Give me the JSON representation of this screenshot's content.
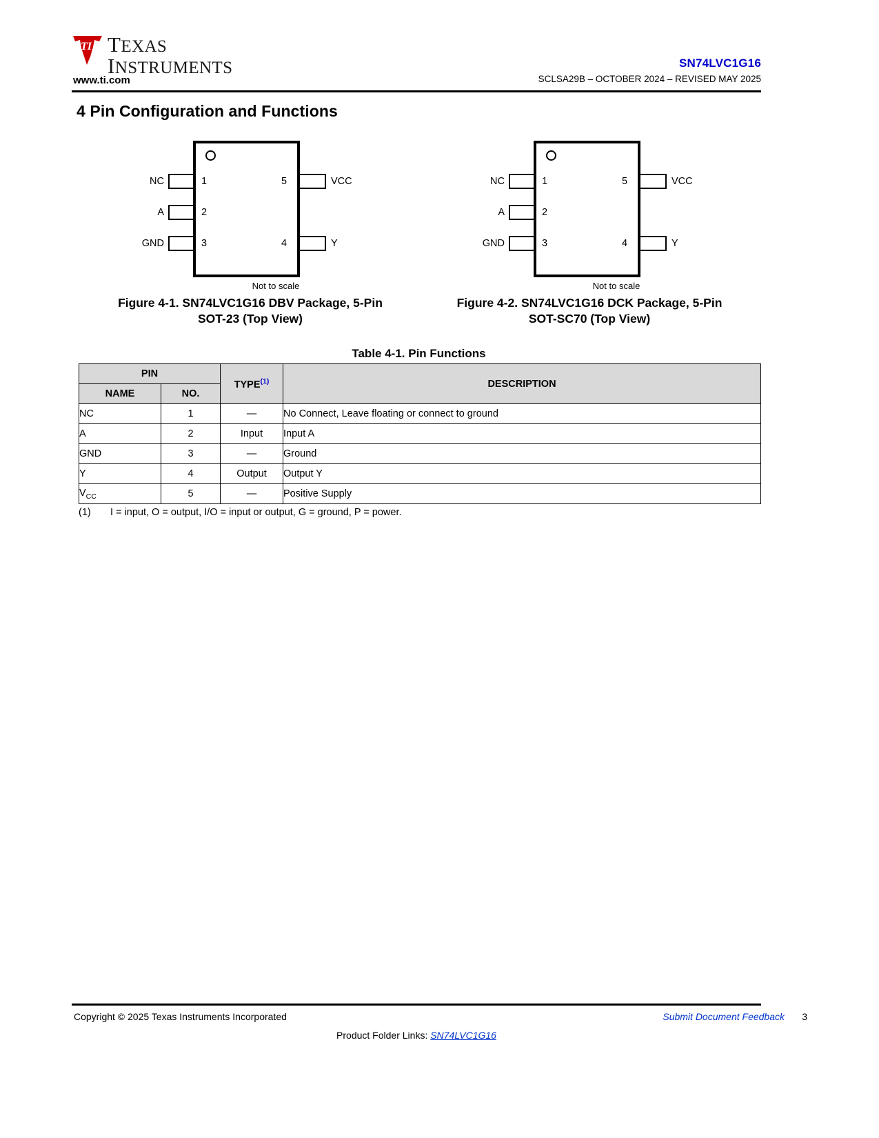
{
  "header": {
    "logo_line1": "Texas",
    "logo_line2": "Instruments",
    "logo_cap_t": "T",
    "logo_cap_i": "I",
    "url": "www.ti.com",
    "part_number": "SN74LVC1G16",
    "doc_id": "SCLSA29B – OCTOBER 2024 – REVISED MAY 2025",
    "link_color": "#0000cc"
  },
  "section": {
    "title": "4 Pin Configuration and Functions"
  },
  "figures": [
    {
      "id": "figure-4-1",
      "not_to_scale": "Not to scale",
      "caption_line1": "Figure 4-1. SN74LVC1G16 DBV Package, 5-Pin",
      "caption_line2": "SOT-23 (Top View)",
      "pins_left": [
        {
          "label": "NC",
          "number": "1"
        },
        {
          "label": "A",
          "number": "2"
        },
        {
          "label": "GND",
          "number": "3"
        }
      ],
      "pins_right": [
        {
          "label": "VCC",
          "number": "5"
        },
        {
          "label": "Y",
          "number": "4"
        }
      ]
    },
    {
      "id": "figure-4-2",
      "not_to_scale": "Not to scale",
      "caption_line1": "Figure 4-2. SN74LVC1G16 DCK Package, 5-Pin",
      "caption_line2": "SOT-SC70 (Top View)",
      "pins_left": [
        {
          "label": "NC",
          "number": "1"
        },
        {
          "label": "A",
          "number": "2"
        },
        {
          "label": "GND",
          "number": "3"
        }
      ],
      "pins_right": [
        {
          "label": "VCC",
          "number": "5"
        },
        {
          "label": "Y",
          "number": "4"
        }
      ]
    }
  ],
  "table": {
    "title": "Table 4-1. Pin Functions",
    "header": {
      "pin": "PIN",
      "name": "NAME",
      "no": "NO.",
      "type": "TYPE",
      "type_footnote": "(1)",
      "description": "DESCRIPTION"
    },
    "rows": [
      {
        "name": "NC",
        "name_sub": "",
        "no": "1",
        "type": "—",
        "description": "No Connect, Leave floating or connect to ground"
      },
      {
        "name": "A",
        "name_sub": "",
        "no": "2",
        "type": "Input",
        "description": "Input A"
      },
      {
        "name": "GND",
        "name_sub": "",
        "no": "3",
        "type": "—",
        "description": "Ground"
      },
      {
        "name": "Y",
        "name_sub": "",
        "no": "4",
        "type": "Output",
        "description": "Output Y"
      },
      {
        "name": "V",
        "name_sub": "CC",
        "no": "5",
        "type": "—",
        "description": "Positive Supply"
      }
    ],
    "footnote_mark": "(1)",
    "footnote_text": "I = input, O = output, I/O = input or output, G = ground, P = power."
  },
  "footer": {
    "copyright": "Copyright © 2025 Texas Instruments Incorporated",
    "feedback": "Submit Document Feedback",
    "page_number": "3",
    "links_prefix": "Product Folder Links: ",
    "links_target": "SN74LVC1G16"
  }
}
